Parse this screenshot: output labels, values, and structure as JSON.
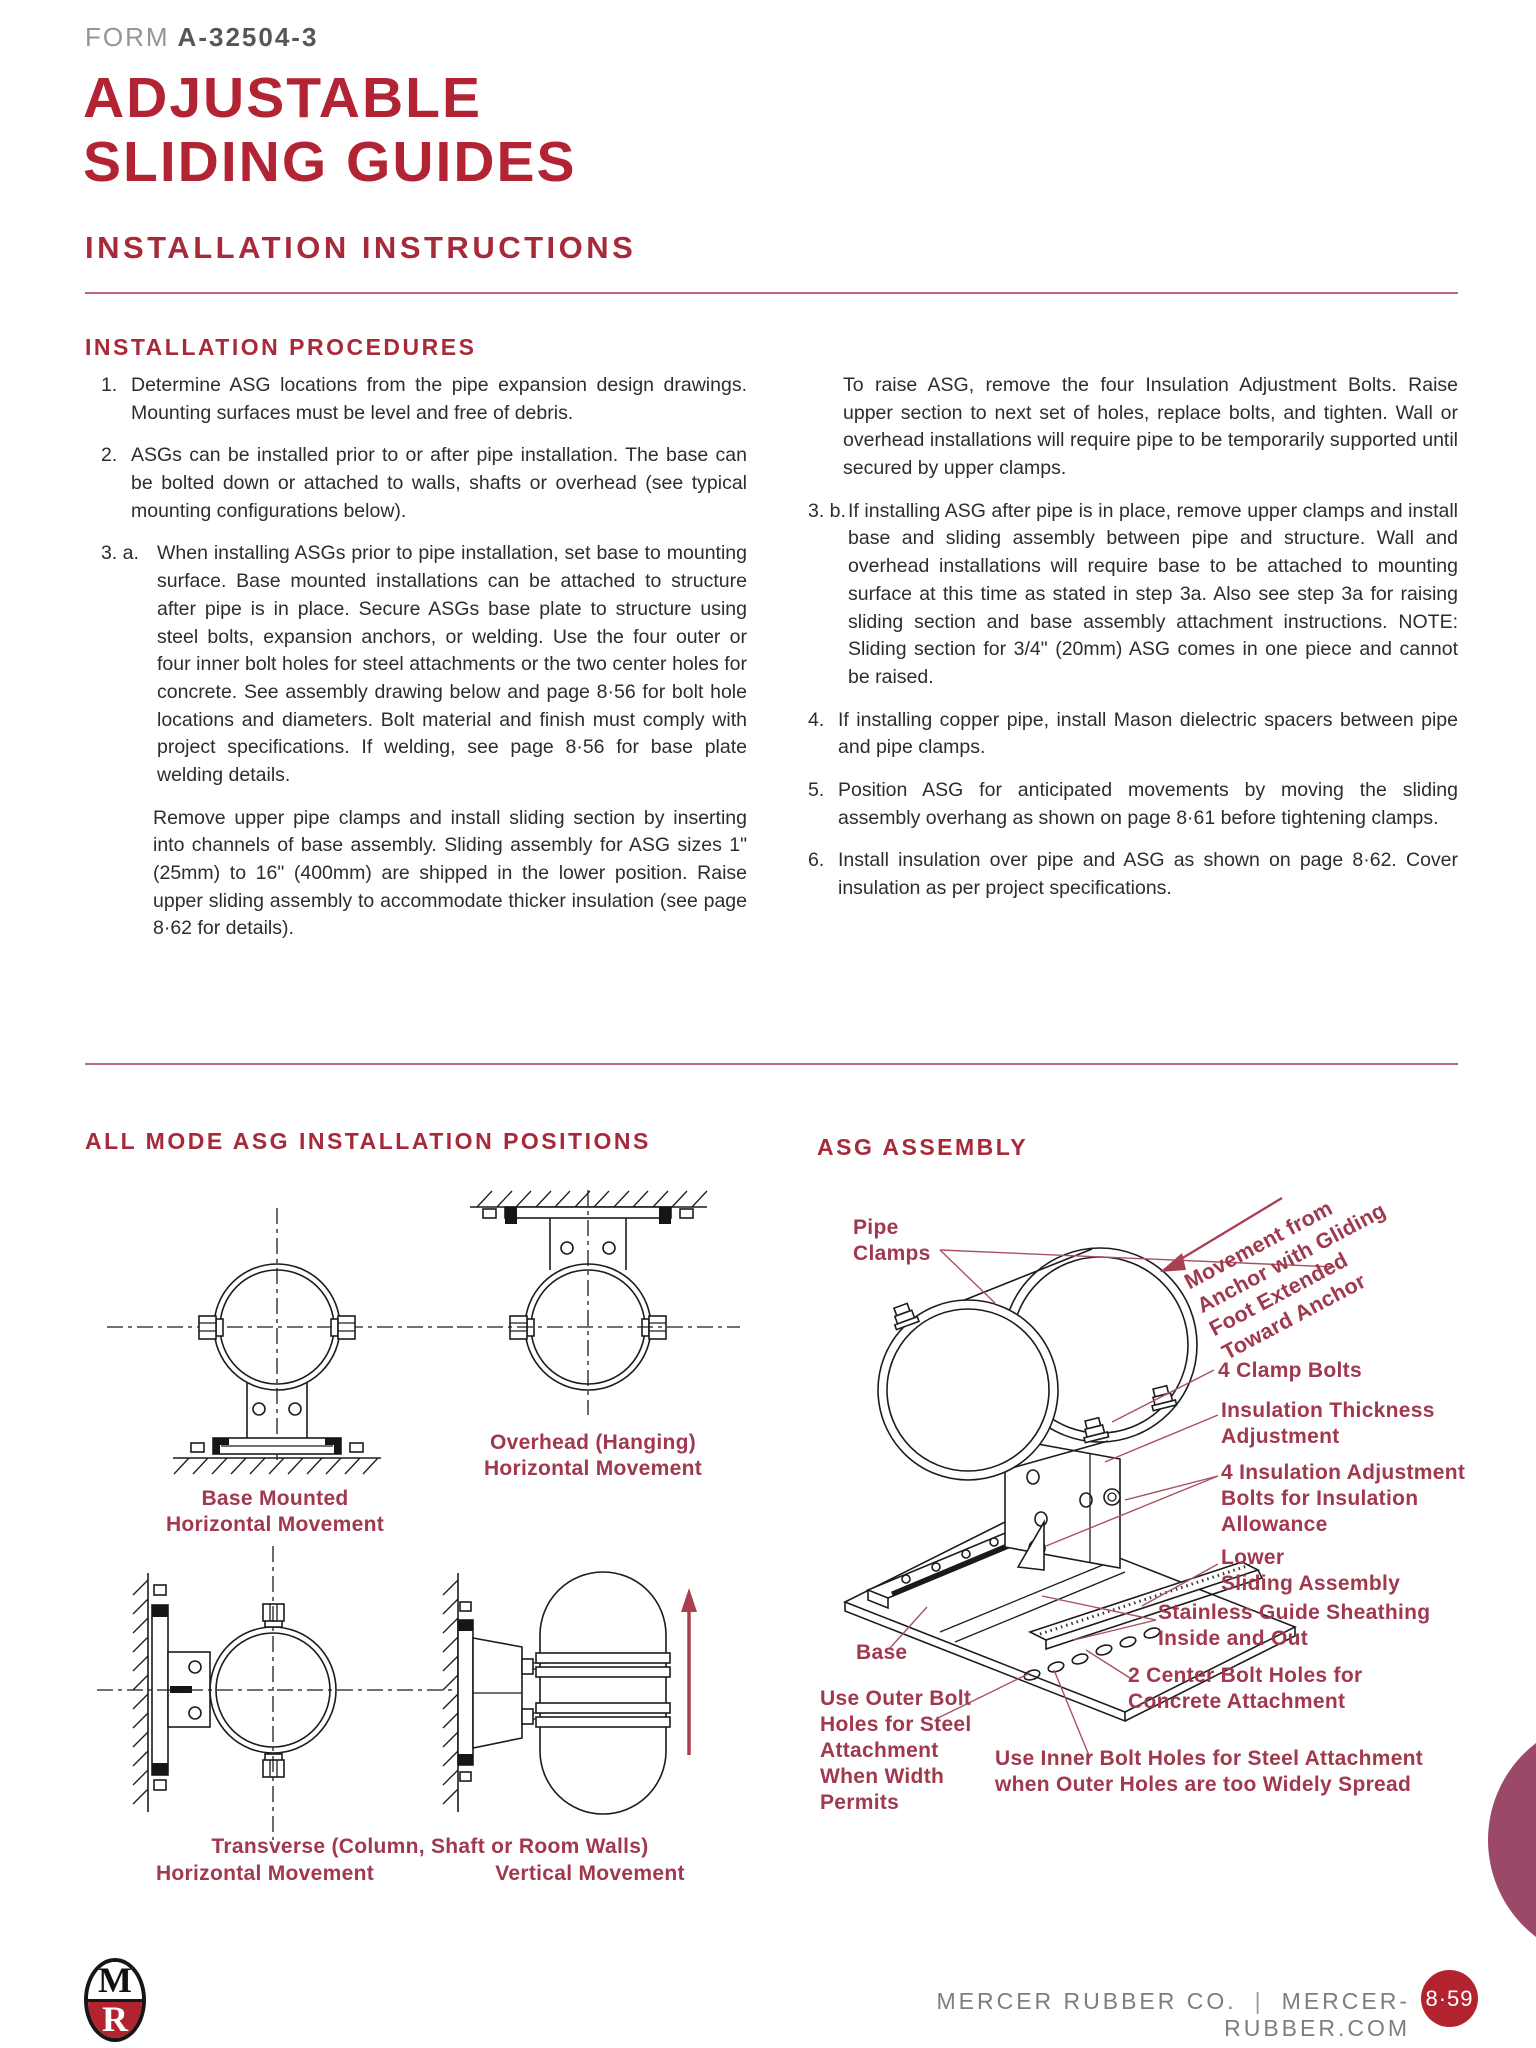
{
  "header": {
    "form_label": "FORM",
    "form_number": "A-32504-3"
  },
  "title": {
    "line1": "ADJUSTABLE",
    "line2": "SLIDING GUIDES",
    "subtitle": "INSTALLATION INSTRUCTIONS"
  },
  "procedures": {
    "heading": "INSTALLATION PROCEDURES",
    "left_column": [
      {
        "marker": "1.",
        "text": "Determine ASG locations from the pipe expansion design drawings. Mounting surfaces must be level and free of debris."
      },
      {
        "marker": "2.",
        "text": "ASGs can be installed prior to or after pipe installation. The base can be bolted down or attached to walls, shafts or overhead (see typical mounting configurations below)."
      },
      {
        "marker": "3. a.",
        "text": "When installing ASGs prior to pipe installation, set base to mounting surface. Base mounted installations can be attached to structure after pipe is in place. Secure ASGs base plate to structure using steel bolts, expansion anchors, or welding. Use the four outer or four inner bolt holes for steel attachments or the two center holes for concrete. See assembly drawing below and page 8·56 for bolt hole locations and diameters. Bolt material and finish must comply with project specifications. If welding, see page 8·56 for base plate welding details."
      },
      {
        "marker": "",
        "text": "Remove upper pipe clamps and install sliding section by inserting into channels of base assembly. Sliding assembly for ASG sizes 1\" (25mm) to 16\" (400mm) are shipped in the lower position. Raise upper sliding assembly to accommodate thicker insulation (see page 8·62 for details)."
      }
    ],
    "right_column": [
      {
        "marker": "",
        "text": "To raise ASG, remove the four Insulation Adjustment Bolts. Raise upper section to next set of holes, replace bolts, and tighten. Wall or overhead installations will require pipe to be temporarily supported until secured by upper clamps."
      },
      {
        "marker": "3. b.",
        "text": "If installing ASG after pipe is in place, remove upper clamps and install base and sliding assembly between pipe and structure. Wall and overhead installations will require base to be attached to mounting surface at this time as stated in step 3a. Also see step 3a for raising sliding section and base assembly attachment instructions. NOTE: Sliding section for 3/4\" (20mm) ASG comes in one piece and cannot be raised."
      },
      {
        "marker": "4.",
        "text": "If installing copper pipe, install Mason dielectric spacers between pipe and pipe clamps."
      },
      {
        "marker": "5.",
        "text": "Position ASG for anticipated movements by moving the sliding assembly overhang as shown on page 8·61 before tightening clamps."
      },
      {
        "marker": "6.",
        "text": "Install insulation over pipe and ASG as shown on page 8·62. Cover insulation as per project specifications."
      }
    ]
  },
  "sections": {
    "positions_heading": "ALL MODE ASG INSTALLATION POSITIONS",
    "assembly_heading": "ASG ASSEMBLY"
  },
  "position_captions": {
    "base_mounted": "Base Mounted\nHorizontal Movement",
    "overhead": "Overhead (Hanging)\nHorizontal Movement",
    "transverse": "Transverse (Column, Shaft or Room Walls)",
    "transverse_horizontal": "Horizontal Movement",
    "transverse_vertical": "Vertical Movement"
  },
  "assembly_labels": {
    "pipe_clamps": "Pipe\nClamps",
    "movement_note": "Movement from\nAnchor with Gliding\nFoot Extended\nToward Anchor",
    "clamp_bolts": "4 Clamp Bolts",
    "insulation_thickness": "Insulation Thickness\nAdjustment",
    "insulation_bolts": "4 Insulation Adjustment\nBolts for Insulation\nAllowance",
    "lower_sliding": "Lower\nSliding Assembly",
    "stainless_sheathing": "Stainless Guide Sheathing\nInside and Out",
    "center_holes": "2 Center Bolt Holes for\nConcrete Attachment",
    "base": "Base",
    "outer_holes": "Use Outer Bolt\nHoles for Steel\nAttachment\nWhen Width\nPermits",
    "inner_holes": "Use Inner Bolt Holes for Steel Attachment\nwhen Outer Holes are too Widely Spread"
  },
  "footer": {
    "company": "MERCER RUBBER CO.",
    "separator": "|",
    "website": "MERCER-RUBBER.COM",
    "page_number": "8·59",
    "logo_top": "M",
    "logo_bottom": "R"
  },
  "colors": {
    "title_red": "#b22334",
    "heading_red": "#a72a3a",
    "label_red": "#a0384e",
    "rule_red": "#c0697a",
    "badge_red": "#b2232f",
    "corner_circle": "#9c4869",
    "body_text": "#2e2d2c",
    "form_gray": "#939598"
  }
}
